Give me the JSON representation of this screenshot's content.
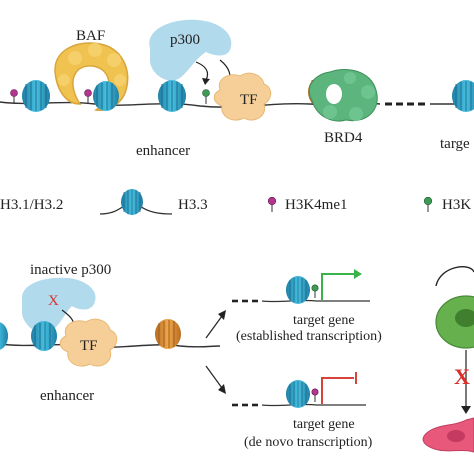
{
  "top_panel": {
    "baf_label": "BAF",
    "p300_label": "p300",
    "tf_label": "TF",
    "brd4_label": "BRD4",
    "enhancer_label": "enhancer",
    "target_label": "targe"
  },
  "legend": {
    "h31_h32_label": "H3.1/H3.2",
    "h33_label": "H3.3",
    "h3k4me1_label": "H3K4me1",
    "h3k_label": "H3K"
  },
  "bottom_panel": {
    "inactive_p300_label": "inactive p300",
    "x_mark": "X",
    "tf_label": "TF",
    "enhancer_label": "enhancer",
    "target_gene_1": "target gene",
    "established_transcription": "(established transcription)",
    "target_gene_2": "target gene",
    "de_novo_transcription": "(de novo transcription)",
    "cell_x_mark": "X"
  },
  "colors": {
    "h33_nucleosome": "#2fa6c9",
    "h31_nucleosome": "#e0953a",
    "baf": "#f0c24f",
    "p300": "#a9d6ea",
    "tf": "#f6cf98",
    "brd4": "#5bb57d",
    "h3k4me1_mark": "#b3368e",
    "acetyl_mark": "#3f9a55",
    "active_arrow": "#3ab34a",
    "inactive_arrow": "#d9443a",
    "x_mark": "#d9302b",
    "cell": "#66b04e",
    "cell_pink": "#e8587a"
  }
}
